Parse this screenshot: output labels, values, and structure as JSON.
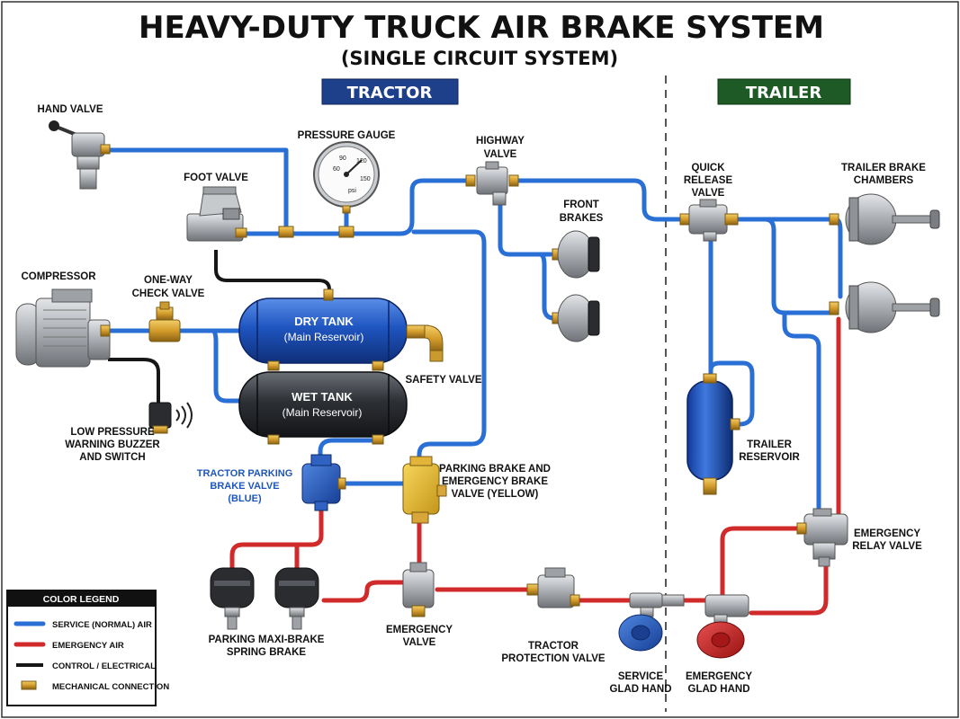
{
  "title": "HEAVY-DUTY TRUCK AIR BRAKE SYSTEM",
  "subtitle": "(SINGLE CIRCUIT SYSTEM)",
  "sections": {
    "tractor": "TRACTOR",
    "trailer": "TRAILER"
  },
  "colors": {
    "service_air": "#2a6fd6",
    "emergency_air": "#d12a2a",
    "control": "#161616",
    "mechanical": "#d9a63a",
    "tractor_header": "#1e3f8a",
    "trailer_header": "#1e5a26"
  },
  "labels": {
    "hand_valve": "HAND VALVE",
    "pressure_gauge": "PRESSURE GAUGE",
    "highway_valve_1": "HIGHWAY",
    "highway_valve_2": "VALVE",
    "foot_valve": "FOOT VALVE",
    "front_brakes_1": "FRONT",
    "front_brakes_2": "BRAKES",
    "compressor": "COMPRESSOR",
    "check_valve_1": "ONE-WAY",
    "check_valve_2": "CHECK VALVE",
    "dry_tank_1": "DRY TANK",
    "dry_tank_2": "(Main Reservoir)",
    "wet_tank_1": "WET TANK",
    "wet_tank_2": "(Main Reservoir)",
    "safety_valve": "SAFETY VALVE",
    "buzzer_1": "LOW PRESSURE",
    "buzzer_2": "WARNING BUZZER",
    "buzzer_3": "AND SWITCH",
    "tpv_1": "TRACTOR PARKING",
    "tpv_2": "BRAKE VALVE",
    "tpv_3": "(BLUE)",
    "pbev_1": "PARKING BRAKE AND",
    "pbev_2": "EMERGENCY BRAKE",
    "pbev_3": "VALVE (YELLOW)",
    "maxi_1": "PARKING MAXI-BRAKE",
    "maxi_2": "SPRING BRAKE",
    "emergency_valve_1": "EMERGENCY",
    "emergency_valve_2": "VALVE",
    "tractor_protection_1": "TRACTOR",
    "tractor_protection_2": "PROTECTION VALVE",
    "service_glad_1": "SERVICE",
    "service_glad_2": "GLAD HAND",
    "emergency_glad_1": "EMERGENCY",
    "emergency_glad_2": "GLAD HAND",
    "quick_release_1": "QUICK",
    "quick_release_2": "RELEASE",
    "quick_release_3": "VALVE",
    "trailer_chambers_1": "TRAILER BRAKE",
    "trailer_chambers_2": "CHAMBERS",
    "trailer_reservoir_1": "TRAILER",
    "trailer_reservoir_2": "RESERVOIR",
    "relay_valve_1": "EMERGENCY",
    "relay_valve_2": "RELAY VALVE"
  },
  "gauge": {
    "ticks": [
      "60",
      "90",
      "120",
      "150"
    ],
    "unit": "psi"
  },
  "legend": {
    "title": "COLOR LEGEND",
    "items": [
      {
        "label": "SERVICE (NORMAL) AIR",
        "kind": "service"
      },
      {
        "label": "EMERGENCY AIR",
        "kind": "emergency"
      },
      {
        "label": "CONTROL / ELECTRICAL",
        "kind": "control"
      },
      {
        "label": "MECHANICAL CONNECTION",
        "kind": "mechanical"
      }
    ]
  }
}
